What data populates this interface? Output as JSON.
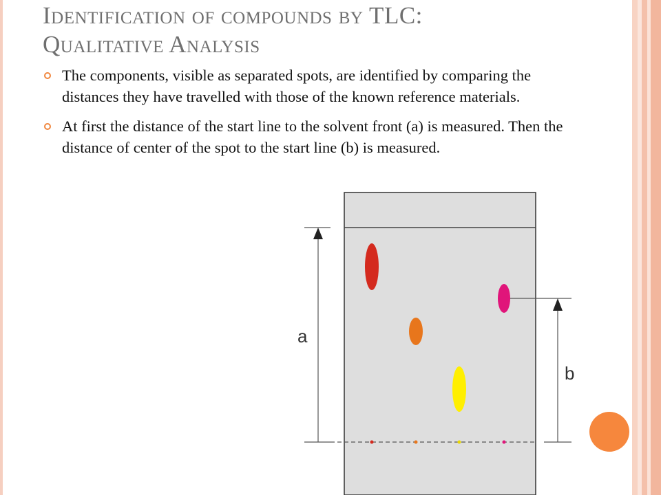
{
  "slide": {
    "title_line1": "Identification of compounds by TLC:",
    "title_line2": "Qualitative Analysis",
    "bullets": [
      "The components, visible as separated spots, are identified by comparing the distances they have travelled with those of the known reference materials.",
      "At first the distance of the start line to the solvent front (a) is measured. Then the distance of center of the spot to the start line (b) is measured."
    ],
    "accent_colors": {
      "bullet": "#f0873f",
      "circle": "#f6873d",
      "border": "#f2b69d"
    }
  },
  "diagram": {
    "label_a": "a",
    "label_b": "b",
    "spot_colors": [
      "#d42a1e",
      "#e8761c",
      "#ffef00",
      "#e0157a"
    ],
    "plate_color": "#dedede"
  }
}
